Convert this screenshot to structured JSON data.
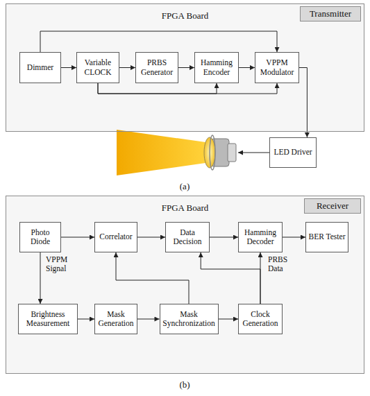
{
  "diagram": {
    "nodes": [
      {
        "text": [
          "FPGA Board"
        ]
      },
      {
        "text": [
          "Transmitter"
        ],
        "in": 0
      },
      {
        "text": [
          "Dimmer"
        ],
        "in": 0
      },
      {
        "text": [
          "Variable CLOCK"
        ],
        "in": 0
      },
      {
        "text": [
          "PRBS Generator"
        ],
        "in": 0
      },
      {
        "text": [
          "Hamming Encoder"
        ],
        "in": 0
      },
      {
        "text": [
          "VPPM Modulator"
        ],
        "in": 0
      },
      {
        "text": [
          "LED Driver"
        ]
      },
      {
        "text": [
          "FPGA Board"
        ]
      },
      {
        "text": [
          "Receiver"
        ],
        "in": 8
      },
      {
        "text": [
          "Photo Diode"
        ],
        "in": 8
      },
      {
        "text": [
          "Correlator"
        ],
        "in": 8
      },
      {
        "text": [
          "Data Decision"
        ],
        "in": 8
      },
      {
        "text": [
          "Hamming Decoder"
        ],
        "in": 8
      },
      {
        "text": [
          "BER Tester"
        ],
        "in": 8
      },
      {
        "text": [
          "Brightness Measurement"
        ],
        "in": 8
      },
      {
        "text": [
          "Mask Generation"
        ],
        "in": 8
      },
      {
        "text": [
          "Mask Synchronization"
        ],
        "in": 8
      },
      {
        "text": [
          "Clock Generation"
        ],
        "in": 8
      }
    ],
    "edges": [
      {
        "from": 2,
        "to": 3,
        "arrow": "to"
      },
      {
        "from": 3,
        "to": 4,
        "arrow": "to"
      },
      {
        "from": 4,
        "to": 5,
        "arrow": "to"
      },
      {
        "from": 5,
        "to": 6,
        "arrow": "to"
      },
      {
        "from": 2,
        "to": 6,
        "arrow": "to"
      },
      {
        "from": 3,
        "to": 5,
        "arrow": "to"
      },
      {
        "from": 3,
        "to": 6,
        "arrow": "to"
      },
      {
        "from": 6,
        "to": 7,
        "arrow": "to"
      },
      {
        "from": 10,
        "to": 11,
        "arrow": "to"
      },
      {
        "from": 11,
        "to": 12,
        "arrow": "to"
      },
      {
        "from": 12,
        "to": 13,
        "arrow": "to"
      },
      {
        "from": 13,
        "to": 14,
        "arrow": "to"
      },
      {
        "from": 10,
        "to": 15,
        "arrow": "to"
      },
      {
        "from": 15,
        "to": 16,
        "arrow": "to"
      },
      {
        "from": 16,
        "to": 17,
        "arrow": "to"
      },
      {
        "from": 17,
        "to": 18,
        "arrow": "to"
      },
      {
        "from": 17,
        "to": 11,
        "arrow": "to"
      },
      {
        "from": 18,
        "to": 12,
        "arrow": "to"
      },
      {
        "from": 18,
        "to": 13,
        "arrow": "to"
      }
    ],
    "labels": [
      "(a)",
      "(b)",
      "VPPM Signal",
      "PRBS Data"
    ]
  }
}
